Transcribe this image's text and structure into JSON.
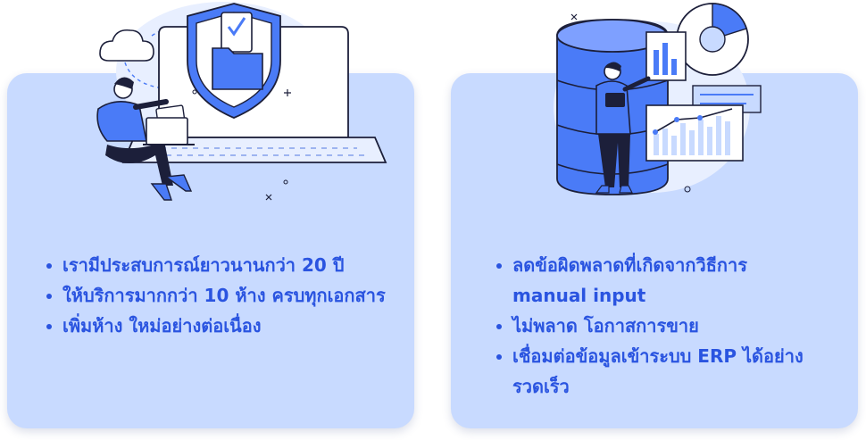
{
  "left_card": {
    "bullets": [
      "เรามีประสบการณ์ยาวนานกว่า 20 ปี",
      "ให้บริการมากกว่า 10 ห้าง ครบทุกเอกสาร",
      "เพิ่มห้าง ใหม่อย่างต่อเนื่อง"
    ],
    "illustration": "person-laptop-security-shield"
  },
  "right_card": {
    "bullets": [
      "ลดข้อผิดพลาดที่เกิดจากวิธีการ manual input",
      "ไม่พลาด โอกาสการขาย",
      "เชื่อมต่อข้อมูลเข้าระบบ ERP ได้อย่างรวดเร็ว"
    ],
    "illustration": "person-database-charts"
  },
  "colors": {
    "card_bg": "#c8daff",
    "text_blue": "#2a54e0",
    "accent_blue": "#4a7bf7",
    "dark_outline": "#1c1f3a"
  }
}
